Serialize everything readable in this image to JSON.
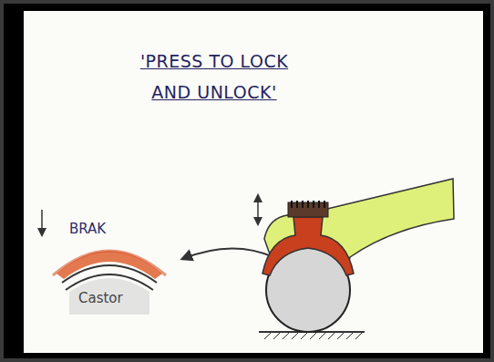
{
  "diagram": {
    "title": "'PRESS TO LOCK AND UNLOCK'",
    "labels": [
      "BRAK",
      "Castor"
    ]
  }
}
